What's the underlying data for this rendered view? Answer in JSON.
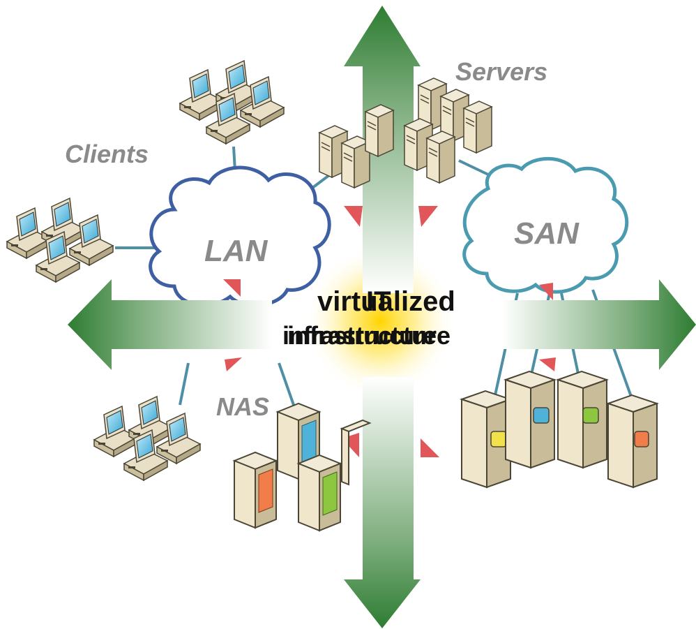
{
  "labels": {
    "clients": "Clients",
    "servers": "Servers",
    "lan": "LAN",
    "san": "SAN",
    "nas": "NAS"
  },
  "center": {
    "line1_a": "virtualized",
    "line1_b": "IT",
    "line2_a": "infrastructure",
    "line2_b": "infrastructure"
  },
  "colors": {
    "arrow_green": "#2e7d32",
    "cloud_lan": "#3f5fa3",
    "cloud_san": "#4a9bb0",
    "link": "#4f8fa6",
    "wedge_red": "#e15759",
    "label_gray": "#8a8a8a",
    "glow": "#ffd400",
    "disk_yellow": "#f2e14b",
    "disk_blue": "#4fb3d9",
    "disk_green": "#8dc63f",
    "disk_orange": "#f07d4a"
  }
}
